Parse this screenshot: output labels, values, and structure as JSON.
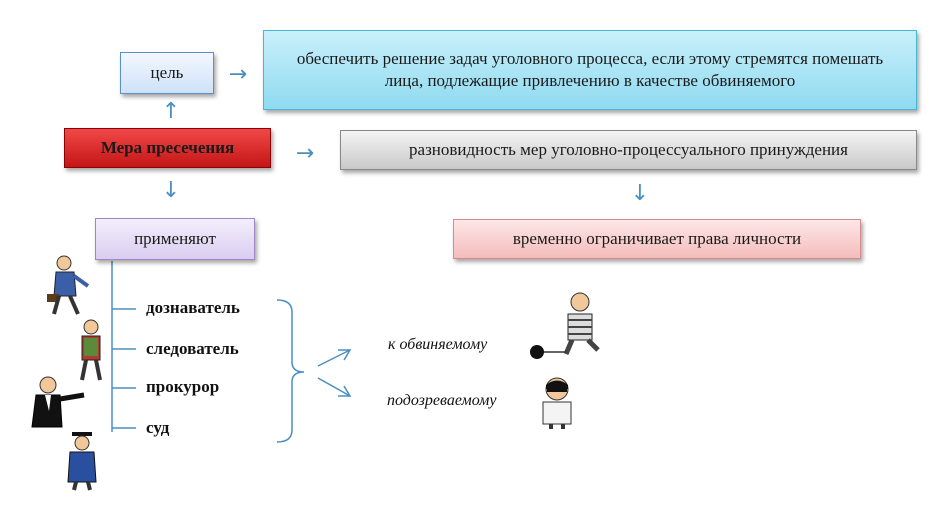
{
  "boxes": {
    "goal": "цель",
    "goal_description": "обеспечить решение задач уголовного процесса, если этому стремятся помешать лица, подлежащие привлечению в качестве обвиняемого",
    "measure": "Мера пресечения",
    "variety": "разновидность мер уголовно-процессуального принуждения",
    "apply": "применяют",
    "limits": "временно ограничивает права личности"
  },
  "roles": [
    "дознаватель",
    "следователь",
    "прокурор",
    "суд"
  ],
  "targets": [
    "к обвиняемому",
    "подозреваемому"
  ],
  "colors": {
    "arrow": "#4a8fc0",
    "measure": "#d42020",
    "goal_description": "#a8e4f5",
    "apply": "#e4d9f5",
    "limits": "#f8cccc"
  },
  "icons": [
    "arrow-right-icon",
    "arrow-up-icon",
    "arrow-down-icon",
    "person-figure-icon",
    "prisoner-figure-icon",
    "masked-figure-icon"
  ]
}
